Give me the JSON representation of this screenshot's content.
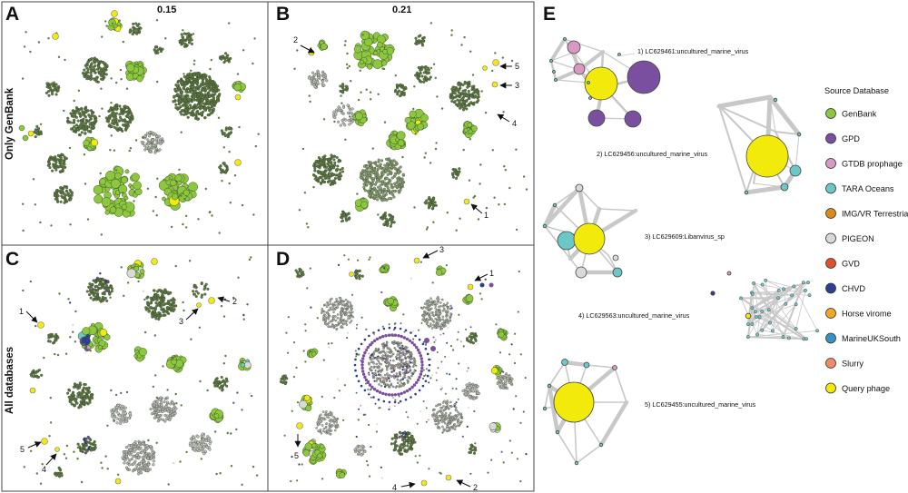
{
  "panel_labels": {
    "a": "A",
    "b": "B",
    "c": "C",
    "d": "D",
    "e": "E"
  },
  "thresholds": {
    "a": "0.15",
    "b": "0.21"
  },
  "row_labels": {
    "top": "Only GenBank",
    "bottom": "All databases"
  },
  "arrow_numbers": {
    "b": [
      "2",
      "5",
      "3",
      "4",
      "1"
    ],
    "c": [
      "1",
      "2",
      "3",
      "5",
      "4"
    ],
    "d": [
      "3",
      "1",
      "5",
      "4",
      "2"
    ]
  },
  "networks": [
    {
      "number": "1",
      "name": "LC629461:uncultured_marine_virus"
    },
    {
      "number": "2",
      "name": "LC629456:uncultured_marine_virus"
    },
    {
      "number": "3",
      "name": "LC629609:Libanvirus_sp"
    },
    {
      "number": "4",
      "name": "LC629563:uncultured_marine_virus"
    },
    {
      "number": "5",
      "name": "LC629455:uncultured_marine_virus"
    }
  ],
  "legend": {
    "title": "Source Database",
    "items": [
      {
        "label": "GenBank",
        "color": "#8dc63f"
      },
      {
        "label": "GPD",
        "color": "#7b4fa0"
      },
      {
        "label": "GTDB prophage",
        "color": "#d899c2"
      },
      {
        "label": "TARA Oceans",
        "color": "#6cc7c7"
      },
      {
        "label": "IMG/VR Terrestrial",
        "color": "#d98b1d"
      },
      {
        "label": "PIGEON",
        "color": "#d9d9d9"
      },
      {
        "label": "GVD",
        "color": "#e0502a"
      },
      {
        "label": "CHVD",
        "color": "#2f3e8f"
      },
      {
        "label": "Horse virome",
        "color": "#f5a623"
      },
      {
        "label": "MarineUKSouth",
        "color": "#3a8fc4"
      },
      {
        "label": "Slurry",
        "color": "#f08a6c"
      },
      {
        "label": "Query phage",
        "color": "#f2ea0a"
      }
    ]
  },
  "colors": {
    "cluster_node": "#5f7a45",
    "query": "#f2ea0a",
    "edge": "#c8c8c8",
    "frame": "#444444"
  }
}
